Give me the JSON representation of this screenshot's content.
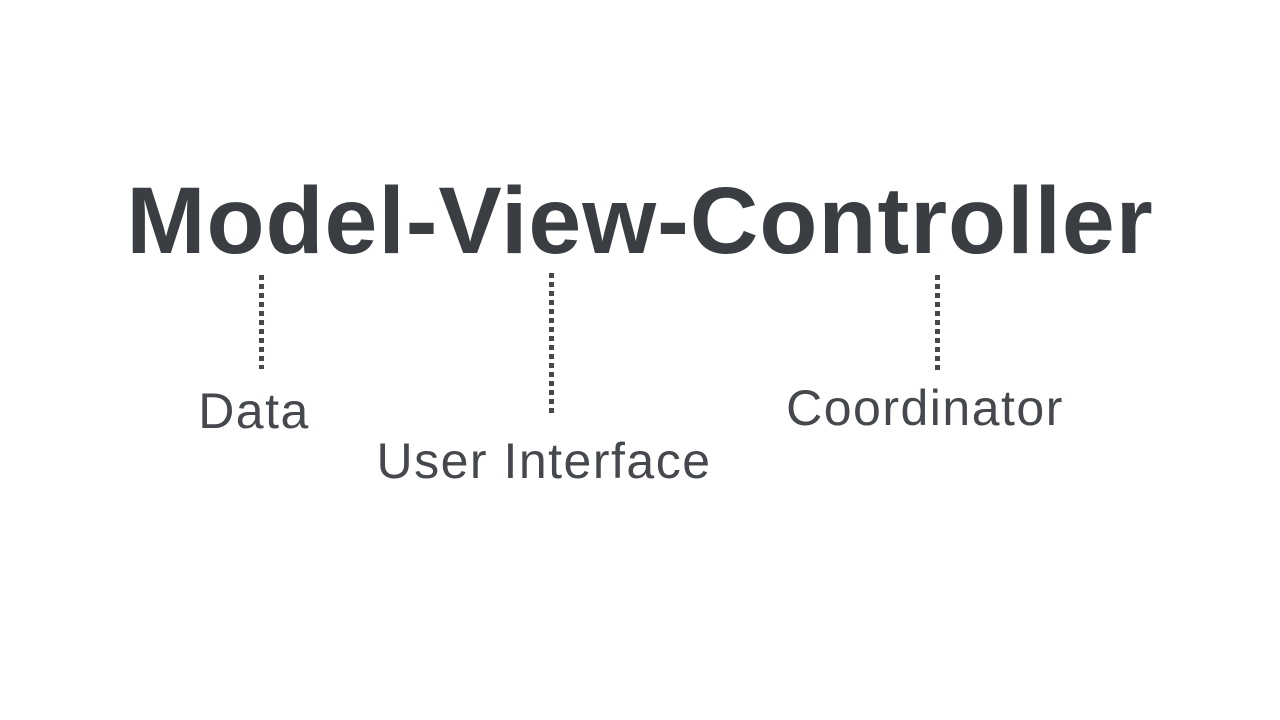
{
  "slide": {
    "title": "Model-View-Controller",
    "annotations": [
      {
        "points_from": "Model",
        "label": "Data"
      },
      {
        "points_from": "View",
        "label": "User Interface"
      },
      {
        "points_from": "Controller",
        "label": "Coordinator"
      }
    ],
    "connector_style": "vertical-dotted-line"
  },
  "colors": {
    "background": "#ffffff",
    "title_text": "#3a3e43",
    "label_text": "#45484d",
    "connector": "#45484d"
  }
}
